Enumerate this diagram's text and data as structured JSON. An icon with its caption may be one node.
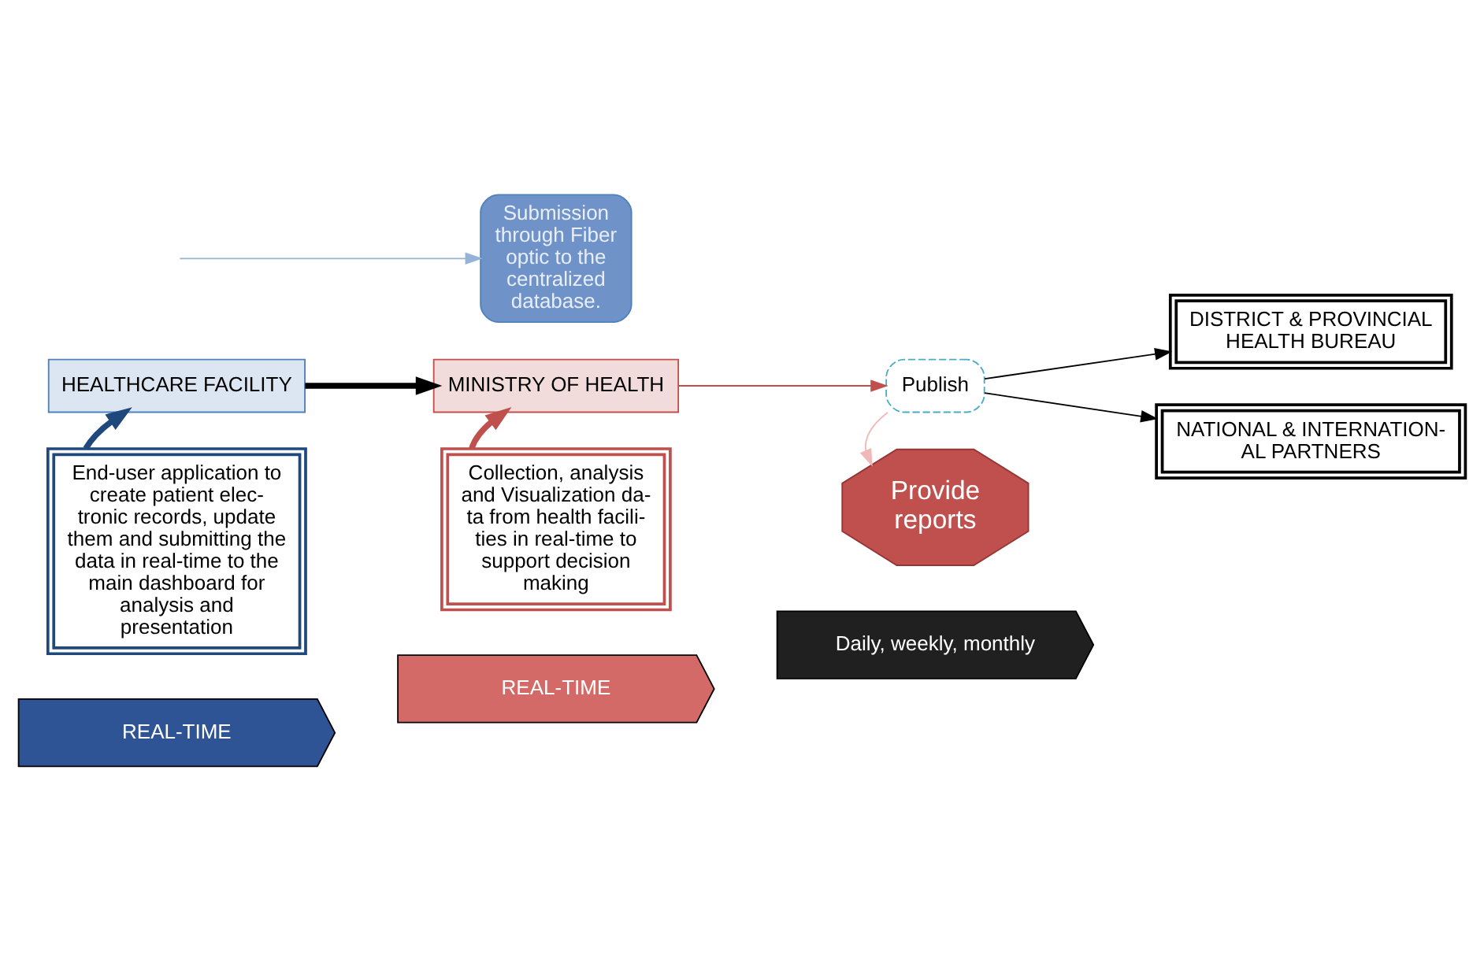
{
  "diagram": {
    "nodes": [
      {
        "text": [
          "HEALTHCARE FACILITY"
        ]
      },
      {
        "text": [
          "MINISTRY OF HEALTH"
        ]
      },
      {
        "text": [
          "Publish"
        ]
      },
      {
        "text": [
          "DISTRICT & PROVINCIAL HEALTH BUREAU"
        ]
      },
      {
        "text": [
          "NATIONAL & INTERNATION- AL PARTNERS"
        ]
      },
      {
        "text": [
          "End-user application to create patient elec- tronic records, update them and submitting the data in real-time to the main dashboard for analysis and presentation"
        ]
      },
      {
        "text": [
          "Submission through Fiber optic to the centralized database."
        ]
      },
      {
        "text": [
          "Collection, analysis and Visualization da- ta from health facili- ties in real-time to support decision making"
        ]
      },
      {
        "text": [
          "Provide reports"
        ]
      },
      {
        "text": [
          "REAL-TIME"
        ]
      },
      {
        "text": [
          "REAL-TIME"
        ]
      },
      {
        "text": [
          "Daily, weekly, monthly"
        ]
      }
    ],
    "edges": [
      {
        "from": 0,
        "to": 1,
        "arrow": "to",
        "style": "thick"
      },
      {
        "from": 1,
        "to": 2,
        "arrow": "to",
        "color": "#c0504d"
      },
      {
        "from": 2,
        "to": 3,
        "arrow": "to"
      },
      {
        "from": 2,
        "to": 4,
        "arrow": "to"
      },
      {
        "from": 5,
        "to": 0,
        "arrow": "to",
        "style": "thick",
        "color": "#1f497d"
      },
      {
        "from": 7,
        "to": 1,
        "arrow": "to",
        "style": "thick",
        "color": "#c0504d"
      },
      {
        "from": null,
        "to": 6,
        "arrow": "to",
        "color": "#95b3d7"
      },
      {
        "from": 2,
        "to": 8,
        "arrow": "to",
        "color": "#f2b8b7"
      }
    ]
  }
}
